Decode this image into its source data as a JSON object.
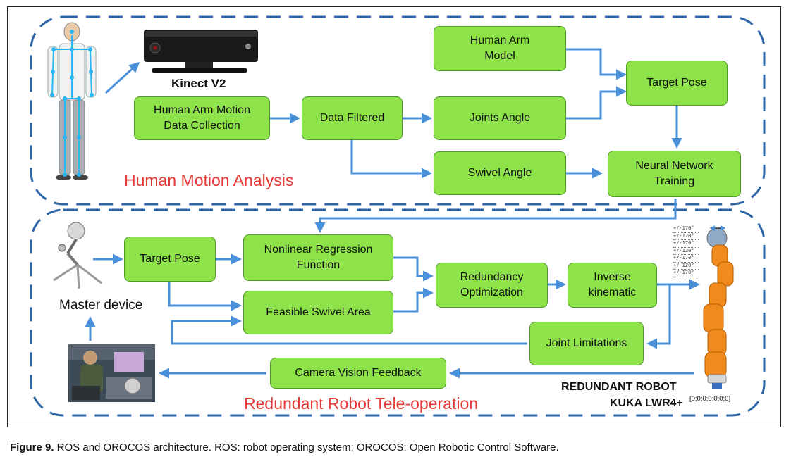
{
  "top_section": {
    "title": "Human Motion Analysis",
    "kinect_label": "Kinect V2",
    "boxes": {
      "human_arm_model": "Human Arm\nModel",
      "target_pose": "Target Pose",
      "motion_data_collection": "Human Arm Motion\nData Collection",
      "data_filtered": "Data Filtered",
      "joints_angle": "Joints Angle",
      "swivel_angle": "Swivel Angle",
      "neural_network_training": "Neural Network\nTraining"
    }
  },
  "bottom_section": {
    "title": "Redundant Robot Tele-operation",
    "master_device_label": "Master device",
    "robot_label_line1": "REDUNDANT ROBOT",
    "robot_label_line2": "KUKA LWR4+",
    "robot_config": "[0;0;0;0;0;0;0]",
    "joint_limits": [
      "+/-170°",
      "+/-120°",
      "+/-170°",
      "+/-120°",
      "+/-170°",
      "+/-120°",
      "+/-170°"
    ],
    "boxes": {
      "target_pose": "Target Pose",
      "nonlinear_regression": "Nonlinear Regression\nFunction",
      "feasible_swivel_area": "Feasible Swivel Area",
      "redundancy_optimization": "Redundancy\nOptimization",
      "inverse_kinematic": "Inverse\nkinematic",
      "joint_limitations": "Joint Limitations",
      "camera_vision_feedback": "Camera Vision Feedback"
    }
  },
  "caption": {
    "label": "Figure 9.",
    "text": " ROS and OROCOS architecture. ROS: robot operating system; OROCOS: Open Robotic Control Software."
  },
  "colors": {
    "box_fill": "#8ee34a",
    "arrow": "#4a90d9",
    "dashed_border": "#2b65a8",
    "section_title": "#e53935",
    "robot_orange": "#f08a1c"
  },
  "icons": [
    "human-skeleton-figure",
    "kinect-sensor-image",
    "master-device-image",
    "operator-photo",
    "kuka-robot-arm-image"
  ]
}
